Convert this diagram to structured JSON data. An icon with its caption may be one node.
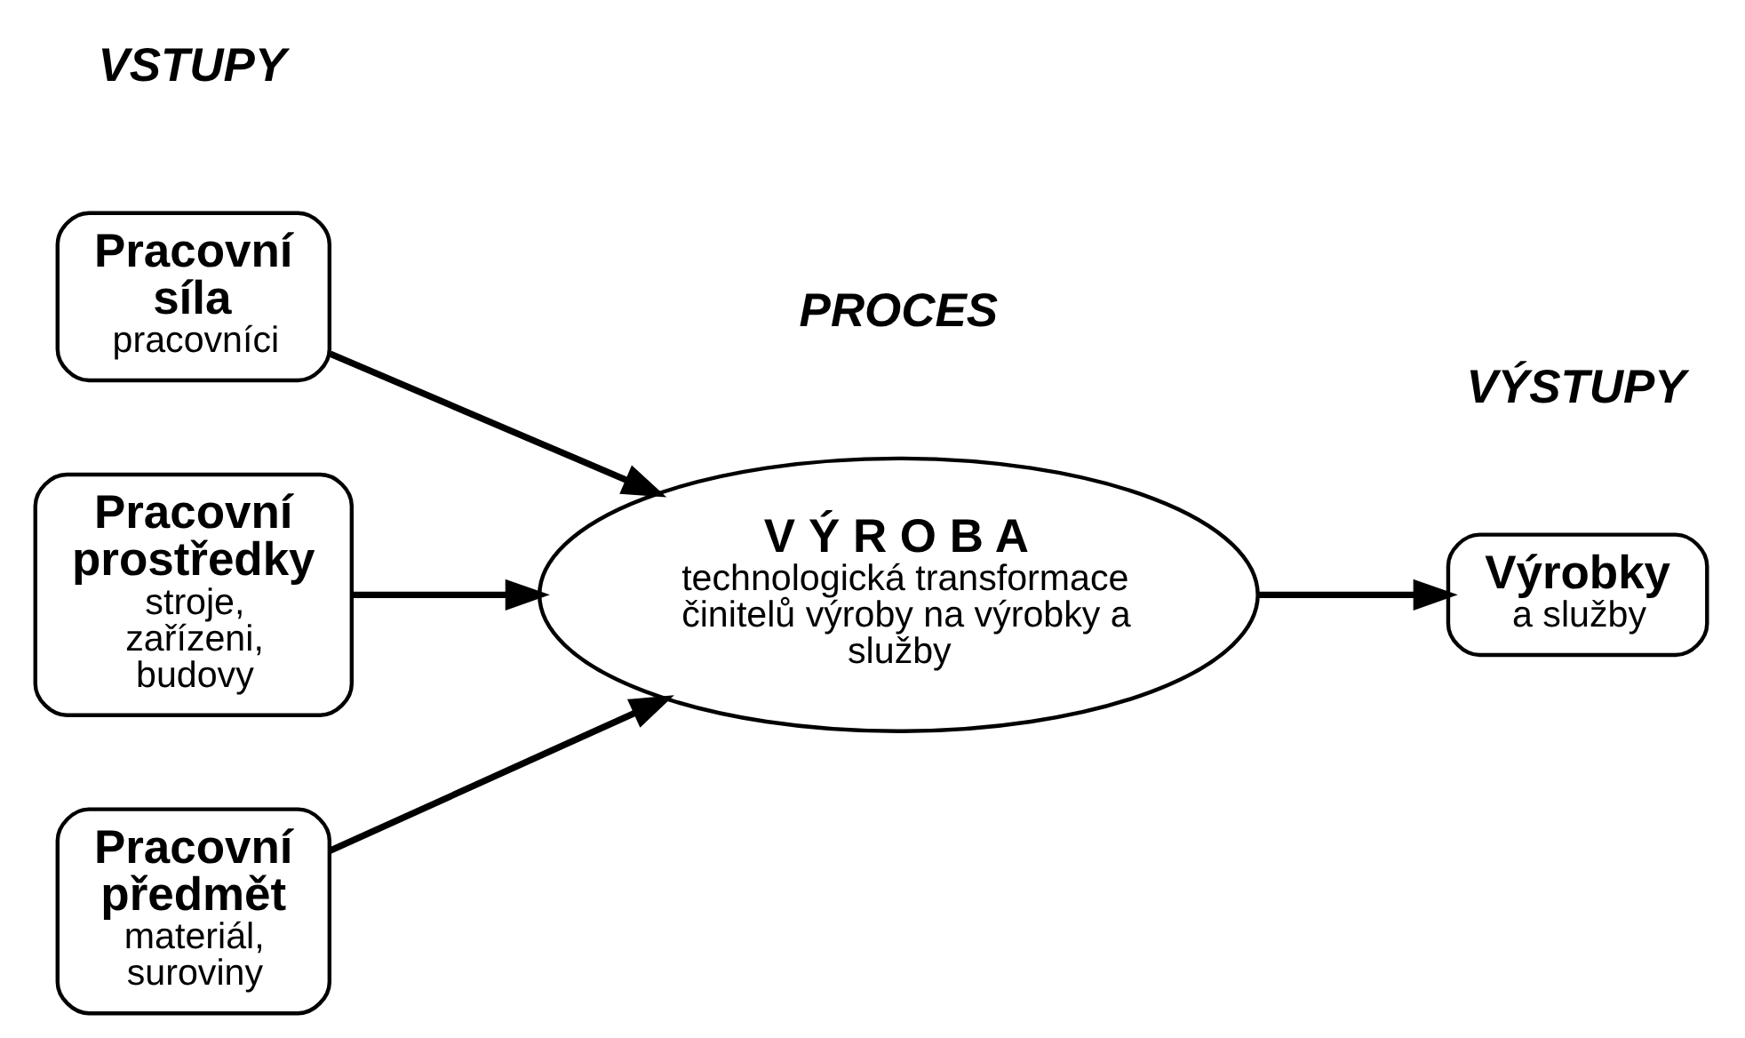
{
  "diagram": {
    "nodes": [
      {
        "text": [
          "Pracovní síla",
          "pracovníci"
        ]
      },
      {
        "text": [
          "Pracovní prostředky",
          "stroje, zařízeni, budovy"
        ]
      },
      {
        "text": [
          "Pracovní předmět",
          "materiál, suroviny"
        ]
      },
      {
        "text": [
          "V Ý R O B A",
          "technologická transformace činitelů výroby na výrobky a služby"
        ]
      },
      {
        "text": [
          "Výrobky",
          "a služby"
        ]
      }
    ],
    "edges": [
      {
        "from": 0,
        "to": 3,
        "arrow": "to"
      },
      {
        "from": 1,
        "to": 3,
        "arrow": "to"
      },
      {
        "from": 2,
        "to": 3,
        "arrow": "to"
      },
      {
        "from": 3,
        "to": 4,
        "arrow": "to"
      }
    ],
    "labels": [
      "VSTUPY",
      "PROCES",
      "VÝSTUPY"
    ]
  }
}
